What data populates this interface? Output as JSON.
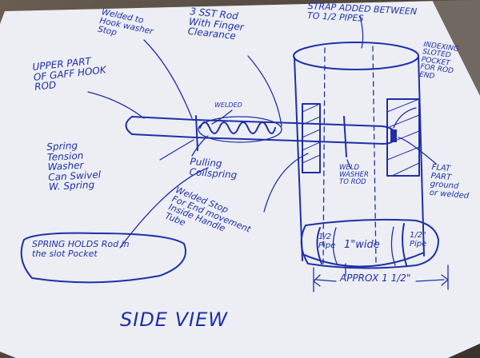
{
  "labels": {
    "welded_hook_washer": "Welded to\nHook washer\nStop",
    "ss_rod": "3 SST Rod\nWith Finger\nClearance",
    "strap": "STRAP ADDED BETWEEN\nTO 1/2 PIPES",
    "upper_part": "UPPER PART\nOF GAFF HOOK\nROD",
    "indexing_pocket": "INDEXING\nSLOTED\nPOCKET\nFOR ROD\nEND",
    "welded_small": "WELDED",
    "spring_tension": "Spring\nTension\nWasher\nCan Swivel\nW. Spring",
    "pulling_coil": "Pulling\nCoilspring",
    "weld_washer": "WELD\nWASHER\nTO ROD",
    "flat_part": "FLAT\nPART\nground\nor welded",
    "welded_stop": "Welded Stop\nFor End movement\nInside Handle\nTube",
    "spring_holds": "SPRING HOLDS Rod in\nthe slot Pocket",
    "half_pipe_left": "1/2\nPipe",
    "wide": "1\"wide",
    "half_pipe_right": "1/2\"\nPipe",
    "approx": "APPROX 1 1/2\"",
    "title": "SIDE VIEW"
  }
}
